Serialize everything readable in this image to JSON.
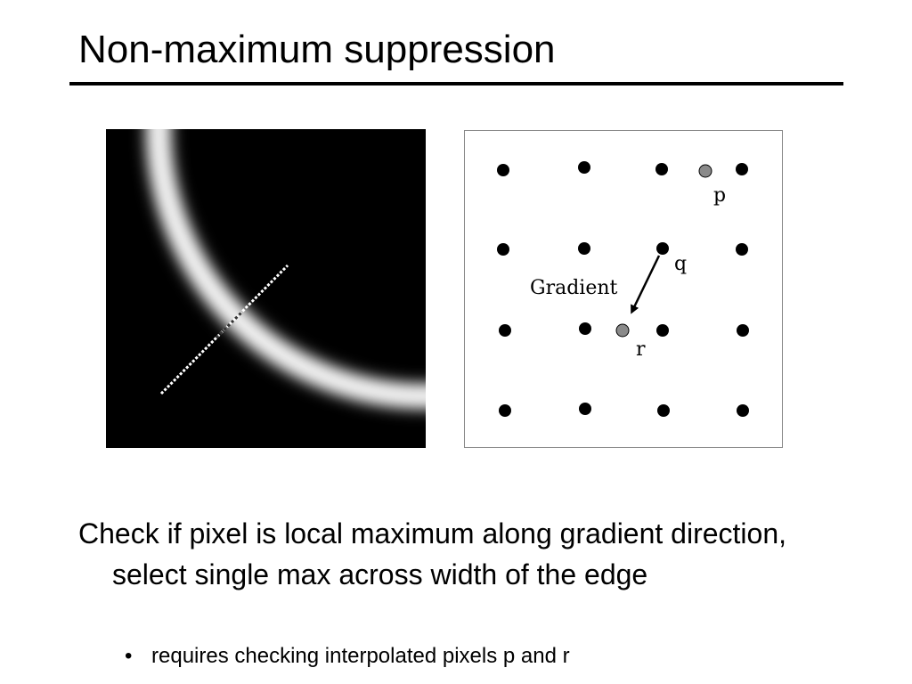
{
  "slide": {
    "title": "Non-maximum suppression",
    "body": {
      "main_point": "Check if pixel is local maximum along gradient direction, select single max across width of the edge",
      "sub_bullet_marker": "•",
      "sub_point": "requires checking interpolated pixels p and r"
    }
  },
  "figure_left": {
    "description_icon": "blurred-edge-arc-image",
    "colors": {
      "background": "#000000",
      "edge": "#ffffff"
    }
  },
  "figure_right": {
    "labels": {
      "p": "p",
      "q": "q",
      "r": "r",
      "gradient": "Gradient"
    },
    "colors": {
      "pixel_dot": "#000000",
      "interpolated_dot": "#8a8a8a",
      "border": "#888888"
    }
  }
}
